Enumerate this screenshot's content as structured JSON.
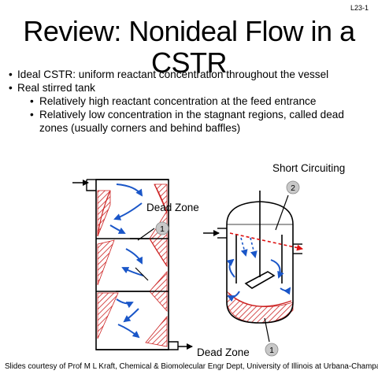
{
  "slide_id": "L23-1",
  "title": "Review: Nonideal Flow in a CSTR",
  "bullets": [
    "Ideal CSTR: uniform reactant concentration throughout the vessel",
    "Real stirred tank"
  ],
  "sub_bullets": [
    "Relatively high reactant concentration at the feed entrance",
    "Relatively low concentration in the stagnant regions, called dead zones (usually corners and behind baffles)"
  ],
  "diagram": {
    "label_short_circuiting": "Short Circuiting",
    "label_dead_zone_top": "Dead Zone",
    "label_dead_zone_bottom": "Dead Zone",
    "callout_1_top": "1",
    "callout_2": "2",
    "callout_1_bottom": "1",
    "colors": {
      "dead_zone_hatch": "#cc2222",
      "flow_arrow": "#1a56c8",
      "bypass": "#dd1111",
      "callout_fill": "#c8c8c8",
      "outline": "#000000"
    }
  },
  "footer": "Slides courtesy of Prof M L Kraft, Chemical & Biomolecular Engr Dept, University of Illinois at Urbana-Champaign."
}
